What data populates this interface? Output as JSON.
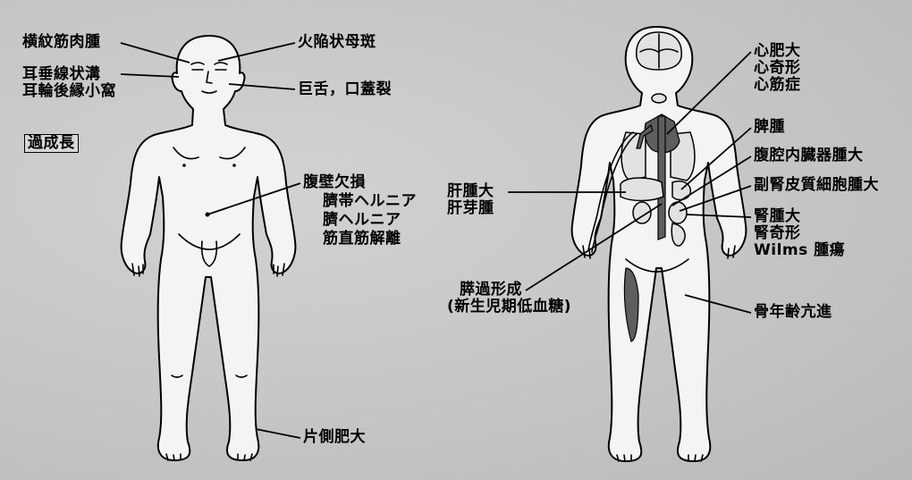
{
  "left_labels": {
    "rhabdomyoma": "横紋筋肉腫",
    "earlobe_lines": [
      "耳垂線状溝",
      "耳輪後縁小窩"
    ],
    "overgrowth": "過成長",
    "nevus": "火陥状母斑",
    "macroglossia": "巨舌，口蓋裂",
    "abdominal_wall": [
      "腹壁欠損",
      "臍帯ヘルニア",
      "臍ヘルニア",
      "筋直筋解離"
    ],
    "hemihypertrophy": "片側肥大"
  },
  "right_labels": {
    "cardiac": [
      "心肥大",
      "心奇形",
      "心筋症"
    ],
    "spleen": "脾腫",
    "visceromegaly": "腹腔内臓器腫大",
    "adrenal": "副腎皮質細胞腫大",
    "liver": [
      "肝腫大",
      "肝芽腫"
    ],
    "kidney": [
      "腎腫大",
      "腎奇形",
      "Wilms 腫瘍"
    ],
    "pancreas": [
      "膵過形成",
      "(新生児期低血糖)"
    ],
    "bone_age": "骨年齢亢進"
  },
  "colors": {
    "background": "#c6c6c6",
    "body": "#f4f4f4",
    "organ_dark": "#5e5e5e"
  }
}
